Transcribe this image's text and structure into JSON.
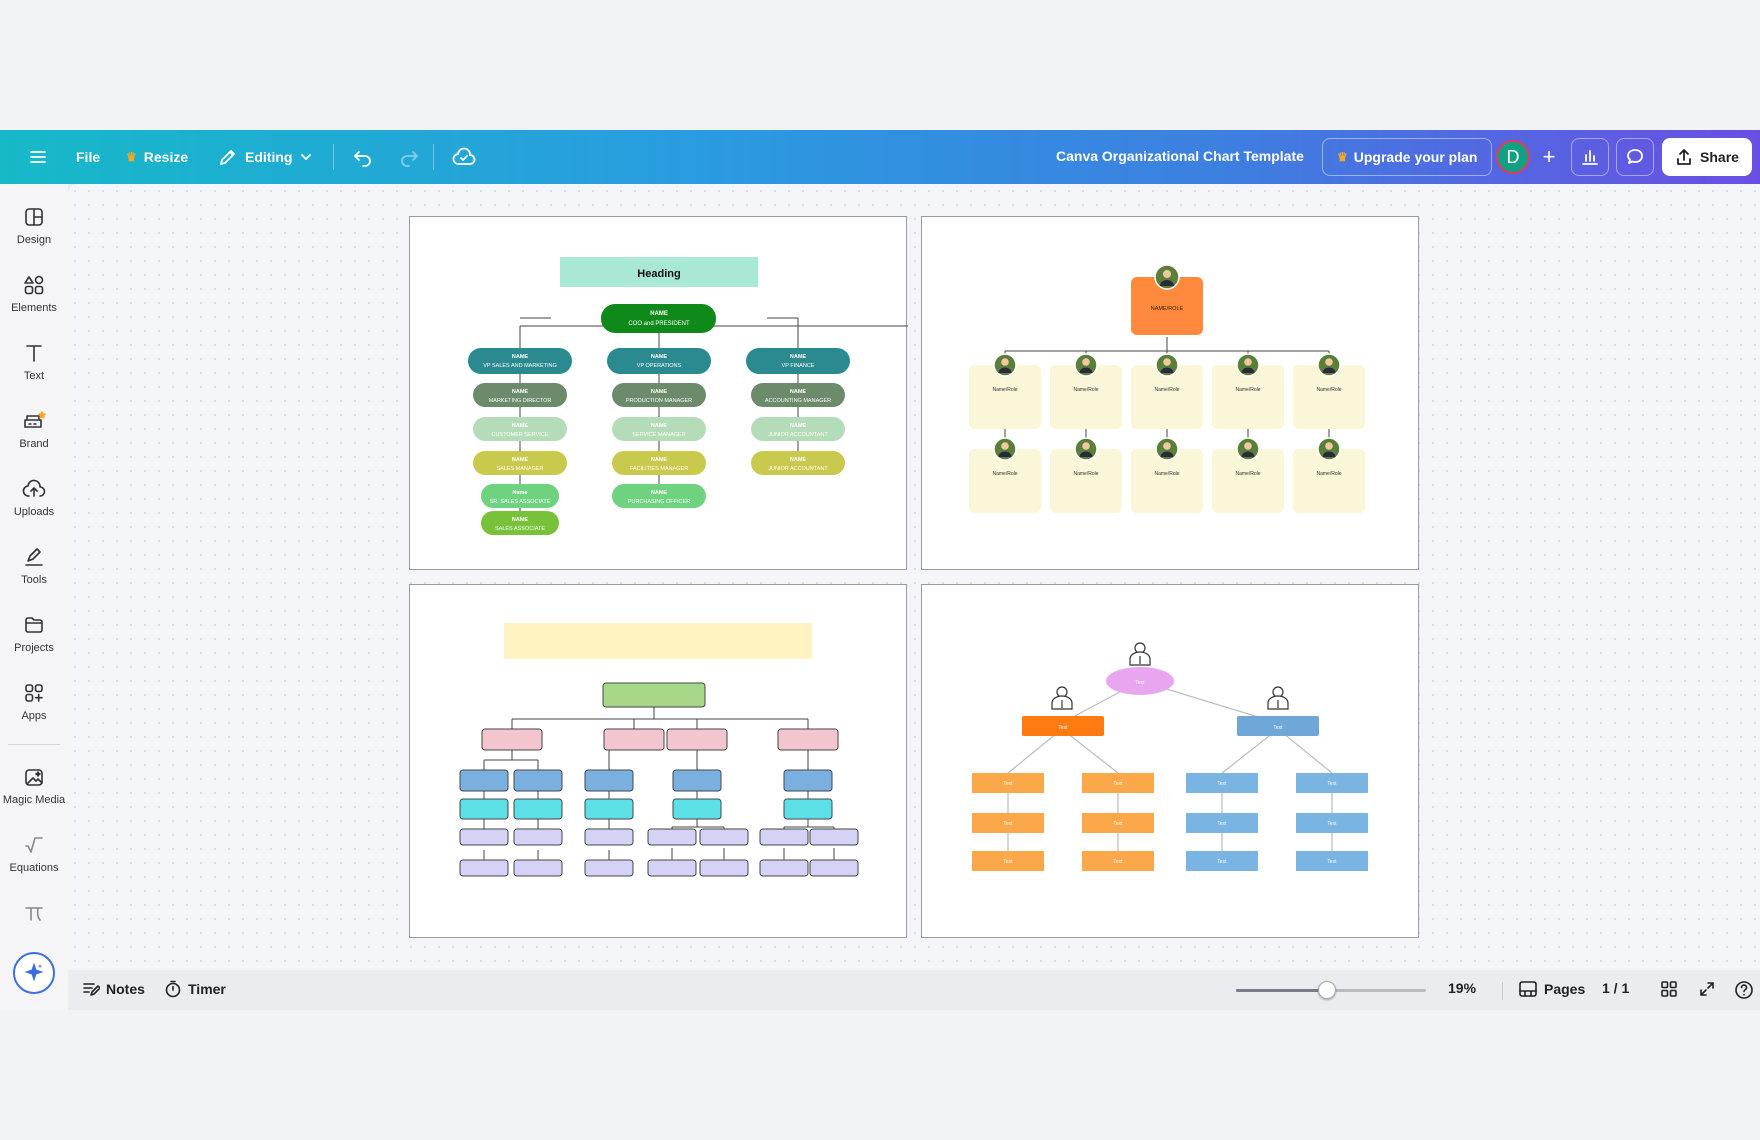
{
  "topbar": {
    "file_label": "File",
    "resize_label": "Resize",
    "editing_label": "Editing",
    "doc_title": "Canva Organizational Chart Template",
    "upgrade_label": "Upgrade your plan",
    "avatar_letter": "D",
    "share_label": "Share",
    "crown_color": "#f7a823"
  },
  "sidebar": {
    "items": [
      {
        "label": "Design",
        "icon": "layout-icon"
      },
      {
        "label": "Elements",
        "icon": "shapes-icon"
      },
      {
        "label": "Text",
        "icon": "text-icon"
      },
      {
        "label": "Brand",
        "icon": "brand-icon"
      },
      {
        "label": "Uploads",
        "icon": "cloud-upload-icon"
      },
      {
        "label": "Tools",
        "icon": "pen-icon"
      },
      {
        "label": "Projects",
        "icon": "folder-icon"
      },
      {
        "label": "Apps",
        "icon": "apps-icon"
      },
      {
        "label": "Magic Media",
        "icon": "magic-media-icon"
      },
      {
        "label": "Equations",
        "icon": "sqrt-icon"
      }
    ]
  },
  "pages": {
    "p1": {
      "heading": "Heading",
      "top": {
        "name": "NAME",
        "role": "COO and PRESIDENT"
      },
      "columns": [
        [
          {
            "name": "NAME",
            "role": "VP SALES AND MARKETING"
          },
          {
            "name": "NAME",
            "role": "MARKETING DIRECTOR"
          },
          {
            "name": "NAME",
            "role": "CUSTOMER SERVICE"
          },
          {
            "name": "NAME",
            "role": "SALES MANAGER"
          },
          {
            "name": "Name",
            "role": "SR. SALES ASSOCIATE"
          },
          {
            "name": "NAME",
            "role": "SALES ASSOCIATE"
          }
        ],
        [
          {
            "name": "NAME",
            "role": "VP OPERATIONS"
          },
          {
            "name": "NAME",
            "role": "PRODUCTION MANAGER"
          },
          {
            "name": "NAME",
            "role": "SERVICE MANAGER"
          },
          {
            "name": "NAME",
            "role": "FACILITIES MANAGER"
          },
          {
            "name": "NAME",
            "role": "PURCHASING OFFICER"
          }
        ],
        [
          {
            "name": "NAME",
            "role": "VP FINANCE"
          },
          {
            "name": "NAME",
            "role": "ACCOUNTING MANAGER"
          },
          {
            "name": "NAME",
            "role": "JUNIOR ACCOUNTANT"
          },
          {
            "name": "NAME",
            "role": "JUNIOR ACCOUNTANT"
          }
        ]
      ]
    },
    "p2": {
      "top_label": "NAME/ROLE",
      "card_label": "Name/Role"
    },
    "p4": {
      "node_label": "Text"
    }
  },
  "bottombar": {
    "notes_label": "Notes",
    "timer_label": "Timer",
    "zoom": "19%",
    "zoom_fraction": 0.48,
    "pages_label": "Pages",
    "page_count": "1 / 1"
  }
}
